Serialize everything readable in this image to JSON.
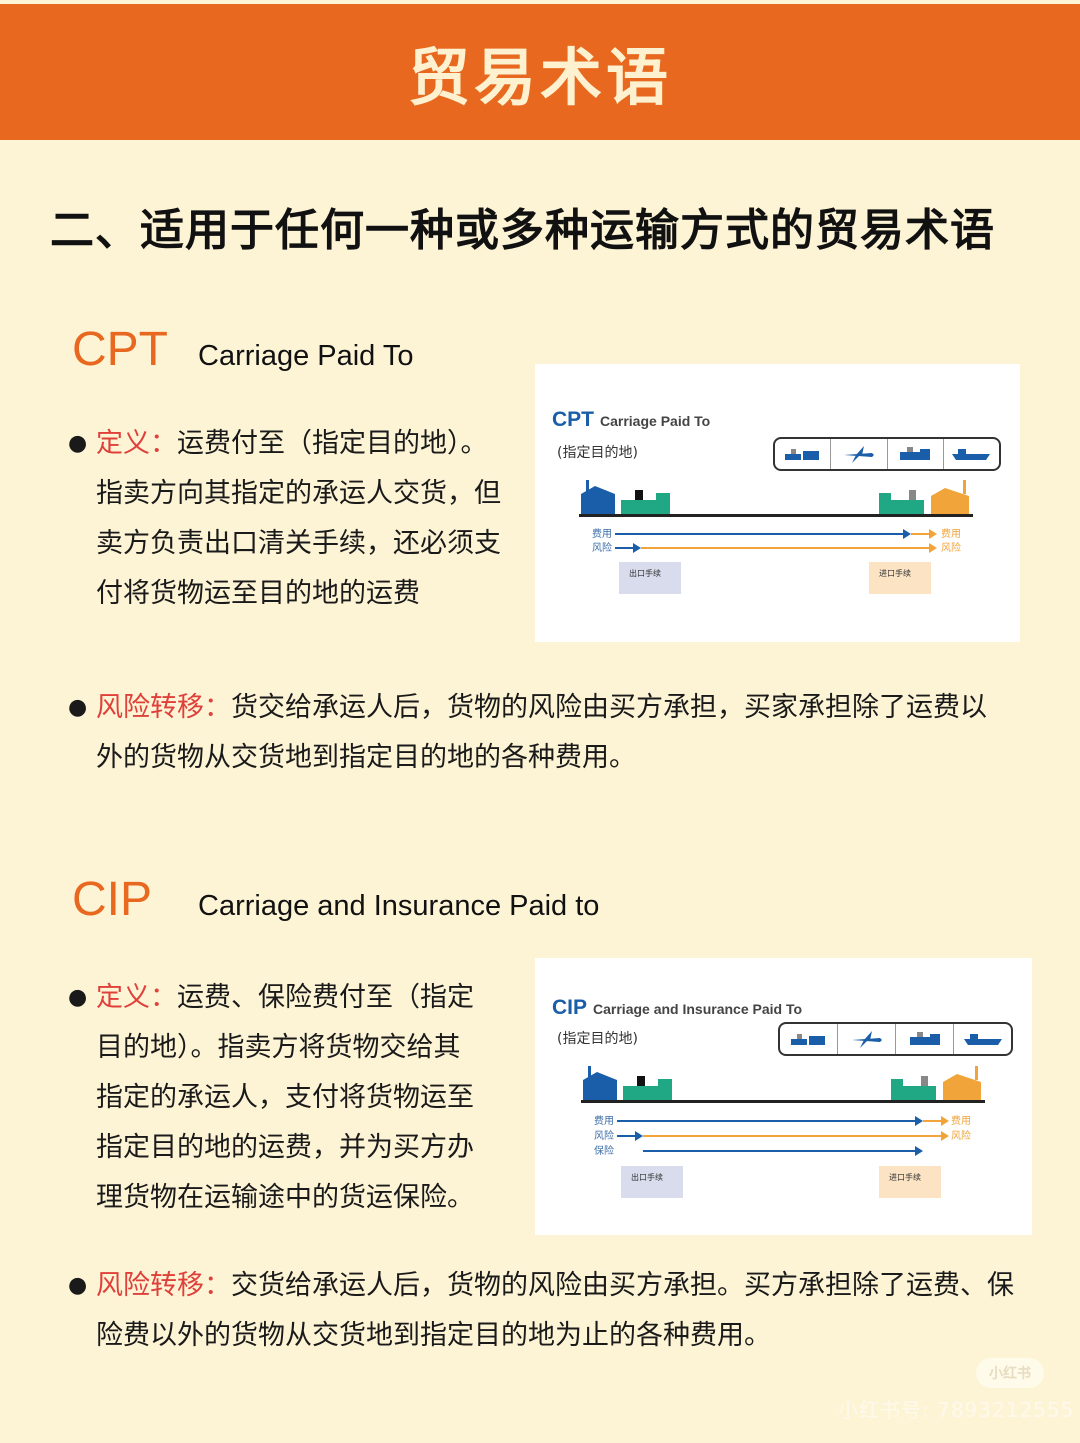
{
  "banner": {
    "title": "贸易术语"
  },
  "section": {
    "title": "二、适用于任何一种或多种运输方式的贸易术语"
  },
  "terms": [
    {
      "code": "CPT",
      "full_name": "Carriage Paid To",
      "definition": {
        "label": "定义：",
        "lines": [
          "运费付至（指定目的地）。",
          "指卖方向其指定的承运人交货，但",
          "卖方负责出口清关手续，还必须支",
          "付将货物运至目的地的运费"
        ]
      },
      "risk": {
        "label": "风险转移：",
        "lines": [
          "货交给承运人后，货物的风险由买方承担，买家承担除了运费以",
          "外的货物从交货地到指定目的地的各种费用。"
        ]
      },
      "diagram": {
        "code": "CPT",
        "full_name": "Carriage Paid To",
        "subtitle": "(指定目的地)",
        "modes": [
          "rail-icon",
          "plane-icon",
          "truck-icon",
          "ship-icon"
        ],
        "rows": [
          {
            "left": "费用",
            "right": "费用"
          },
          {
            "left": "风险",
            "right": "风险"
          }
        ],
        "export_label": "出口手续",
        "import_label": "进口手续"
      }
    },
    {
      "code": "CIP",
      "full_name": "Carriage and Insurance Paid to",
      "definition": {
        "label": "定义：",
        "lines": [
          "运费、保险费付至（指定",
          "目的地）。指卖方将货物交给其",
          "指定的承运人，支付将货物运至",
          "指定目的地的运费，并为买方办",
          "理货物在运输途中的货运保险。"
        ]
      },
      "risk": {
        "label": "风险转移：",
        "lines": [
          "交货给承运人后，货物的风险由买方承担。买方承担除了运费、保",
          "险费以外的货物从交货地到指定目的地为止的各种费用。"
        ]
      },
      "diagram": {
        "code": "CIP",
        "full_name": "Carriage and Insurance Paid To",
        "subtitle": "(指定目的地)",
        "modes": [
          "rail-icon",
          "plane-icon",
          "truck-icon",
          "ship-icon"
        ],
        "rows": [
          {
            "left": "费用",
            "right": "费用"
          },
          {
            "left": "风险",
            "right": "风险"
          },
          {
            "left": "保险",
            "right": ""
          }
        ],
        "export_label": "出口手续",
        "import_label": "进口手续"
      }
    }
  ],
  "watermark": {
    "logo": "小红书",
    "id_text": "小红书号: 7893212555"
  },
  "colors": {
    "banner": "#e8681f",
    "background": "#fdf4d6",
    "label_red": "#e0403a",
    "diagram_blue": "#1a5da8",
    "diagram_orange": "#f0a43a",
    "diagram_green": "#1fa883"
  }
}
